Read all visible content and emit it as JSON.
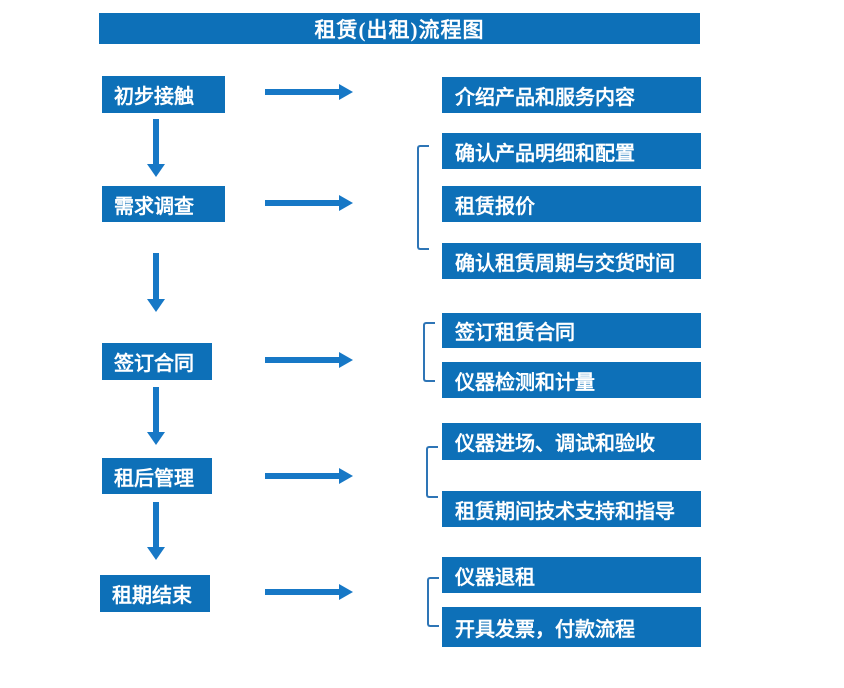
{
  "title": "租赁(出租)流程图",
  "colors": {
    "box_blue": "#0D70B8",
    "arrow_blue": "#1778C6",
    "bracket_blue": "#2E75B6",
    "text_white": "#FFFFFF"
  },
  "flow": [
    {
      "step": "初步接触",
      "bracket": false,
      "outputs": [
        "介绍产品和服务内容"
      ]
    },
    {
      "step": "需求调查",
      "bracket": true,
      "outputs": [
        "确认产品明细和配置",
        "租赁报价",
        "确认租赁周期与交货时间"
      ]
    },
    {
      "step": "签订合同",
      "bracket": true,
      "outputs": [
        "签订租赁合同",
        "仪器检测和计量"
      ]
    },
    {
      "step": "租后管理",
      "bracket": true,
      "outputs": [
        "仪器进场、调试和验收",
        "租赁期间技术支持和指导"
      ]
    },
    {
      "step": "租期结束",
      "bracket": true,
      "outputs": [
        "仪器退租",
        "开具发票，付款流程"
      ]
    }
  ]
}
